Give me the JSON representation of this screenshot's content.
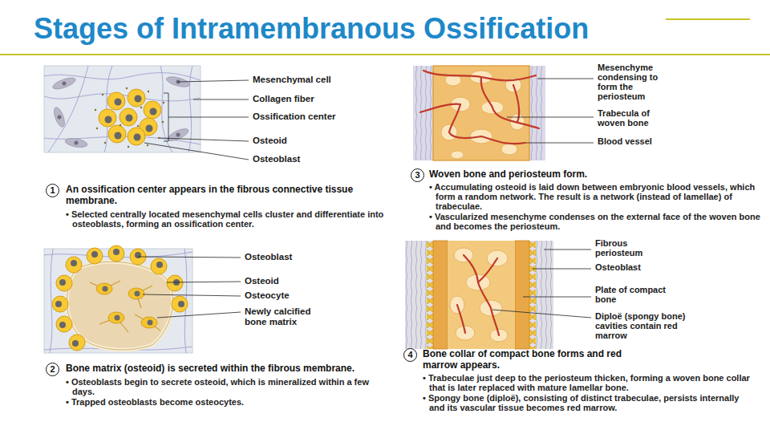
{
  "diagram": {
    "title": "Stages of Intramembranous Ossification",
    "nodes": [
      {
        "text": [
          "1"
        ]
      },
      {
        "text": [
          "2"
        ]
      },
      {
        "text": [
          "3"
        ]
      },
      {
        "text": [
          "4"
        ]
      }
    ],
    "labels": [
      "Mesenchymal cell",
      "Collagen fiber",
      "Ossification center",
      "Osteoid",
      "Osteoblast",
      "An ossification center appears in the fibrous connective tissue membrane.",
      "• Selected centrally located mesenchymal cells cluster and differentiate into osteoblasts, forming an ossification center.",
      "Osteoblast",
      "Osteoid",
      "Osteocyte",
      "Newly calcified bone matrix",
      "Bone matrix (osteoid) is secreted within the fibrous membrane.",
      "• Osteoblasts begin to secrete osteoid, which is mineralized within a few days.",
      "• Trapped osteoblasts become osteocytes.",
      "Mesenchyme condensing to form the periosteum",
      "Trabecula of woven bone",
      "Blood vessel",
      "Woven bone and periosteum form.",
      "• Accumulating osteoid is laid down between embryonic blood vessels, which form a random network. The result is a network (instead of lamellae) of trabeculae.",
      "• Vascularized mesenchyme condenses on the external face of the woven bone and becomes the periosteum.",
      "Fibrous periosteum",
      "Osteoblast",
      "Plate of compact bone",
      "Diploë (spongy bone) cavities contain red marrow",
      "Bone collar of compact bone forms and red marrow appears.",
      "• Trabeculae just deep to the periosteum thicken, forming a woven bone collar that is later replaced with mature lamellar bone.",
      "• Spongy bone (diploë), consisting of distinct trabeculae, persists internally and its vascular tissue becomes red marrow."
    ]
  }
}
